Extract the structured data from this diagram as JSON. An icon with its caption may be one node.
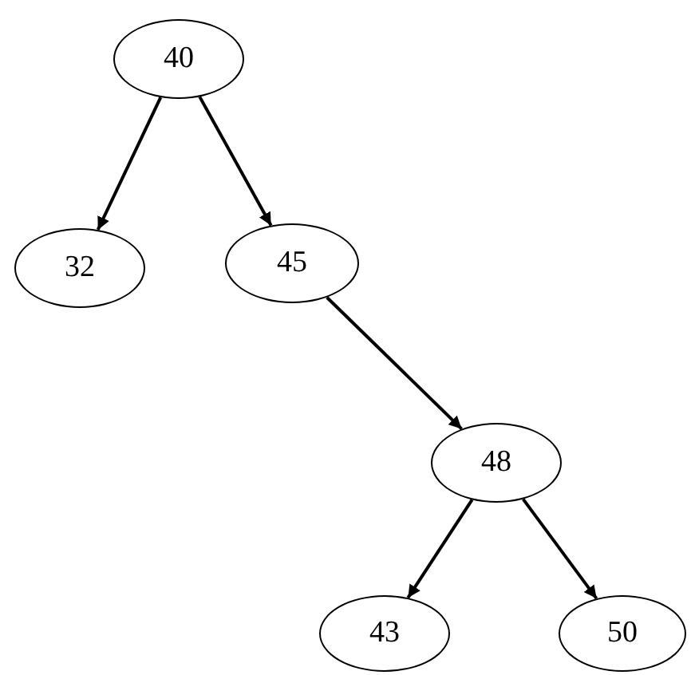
{
  "diagram": {
    "nodes": [
      {
        "text": [
          "40"
        ]
      },
      {
        "text": [
          "32"
        ]
      },
      {
        "text": [
          "45"
        ]
      },
      {
        "text": [
          "48"
        ]
      },
      {
        "text": [
          "43"
        ]
      },
      {
        "text": [
          "50"
        ]
      }
    ],
    "edges": [
      {
        "from": 0,
        "to": 1,
        "arrow": "to"
      },
      {
        "from": 0,
        "to": 2,
        "arrow": "to"
      },
      {
        "from": 2,
        "to": 3,
        "arrow": "to"
      },
      {
        "from": 3,
        "to": 4,
        "arrow": "to"
      },
      {
        "from": 3,
        "to": 5,
        "arrow": "to"
      }
    ]
  }
}
